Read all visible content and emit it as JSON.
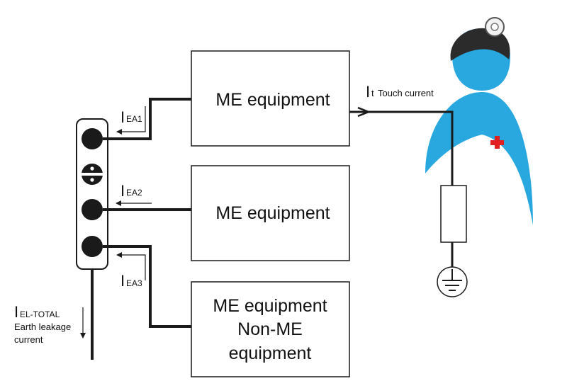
{
  "equipment_boxes": [
    {
      "lines": [
        "ME equipment"
      ]
    },
    {
      "lines": [
        "ME equipment"
      ]
    },
    {
      "lines": [
        "ME equipment",
        "Non-ME",
        "equipment"
      ]
    }
  ],
  "currents": {
    "ea1": {
      "symbol": "I",
      "subscript": "EA1"
    },
    "ea2": {
      "symbol": "I",
      "subscript": "EA2"
    },
    "ea3": {
      "symbol": "I",
      "subscript": "EA3"
    },
    "touch": {
      "symbol": "I",
      "subscript": "t",
      "label": "Touch current"
    },
    "total": {
      "symbol": "I",
      "subscript": "EL-TOTAL",
      "label_line1": "Earth leakage",
      "label_line2": "current"
    }
  },
  "colors": {
    "line": "#1a1a1a",
    "patient_body": "#29a8e0",
    "patient_hair": "#2b2b2b",
    "cross": "#e02020"
  }
}
